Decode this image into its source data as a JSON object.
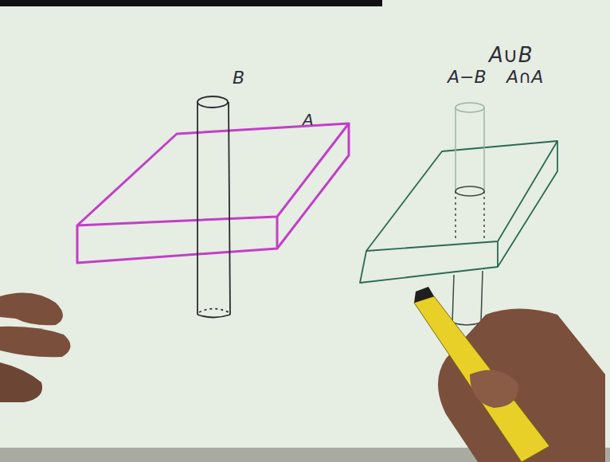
{
  "diagram": {
    "labels": [
      "B",
      "A",
      "A∪B",
      "A−B",
      "A∩A"
    ]
  }
}
